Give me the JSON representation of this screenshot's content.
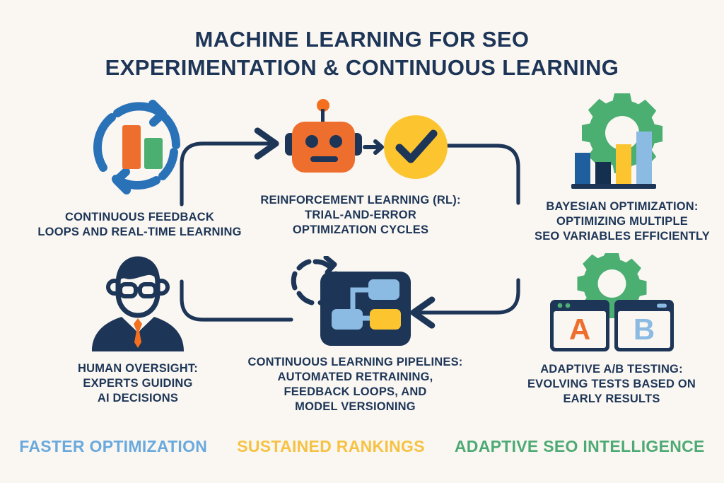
{
  "header": {
    "title_line1": "MACHINE LEARNING FOR SEO",
    "title_line2": "EXPERIMENTATION & CONTINUOUS LEARNING",
    "title_full": "MACHINE LEARNING FOR SEO\nEXPERIMENTATION & CONTINUOUS LEARNING"
  },
  "palette": {
    "background": "#faf7f2",
    "navy": "#1d3557",
    "navy_dark": "#15304f",
    "blue": "#2a72b8",
    "blue_light": "#8bbbe3",
    "blue_mid": "#1f5f9e",
    "orange": "#ee6f2d",
    "orange_bright": "#f4701f",
    "green": "#4caf72",
    "green_text": "#4eaa74",
    "yellow": "#fcc530",
    "yellow_text": "#f6c244",
    "tag_blue": "#6aa9dd"
  },
  "nodes": [
    {
      "id": "continuous-feedback",
      "icon": "circular-arrows-bar-chart-icon",
      "caption": "CONTINUOUS FEEDBACK\nLOOPS AND REAL-TIME LEARNING",
      "caption_lines": [
        "CONTINUOUS FEEDBACK",
        "LOOPS AND REAL-TIME LEARNING"
      ]
    },
    {
      "id": "reinforcement-learning",
      "icon": "robot-check-icon",
      "caption": "REINFORCEMENT LEARNING (RL):\nTRIAL-AND-ERROR\nOPTIMIZATION CYCLES",
      "caption_lines": [
        "REINFORCEMENT LEARNING (RL):",
        "TRIAL-AND-ERROR",
        "OPTIMIZATION CYCLES"
      ]
    },
    {
      "id": "bayesian-optimization",
      "icon": "gear-bar-chart-icon",
      "caption": "BAYESIAN OPTIMIZATION:\nOPTIMIZING MULTIPLE\nSEO VARIABLES EFFICIENTLY",
      "caption_lines": [
        "BAYESIAN OPTIMIZATION:",
        "OPTIMIZING MULTIPLE",
        "SEO VARIABLES EFFICIENTLY"
      ]
    },
    {
      "id": "human-oversight",
      "icon": "person-glasses-tie-icon",
      "caption": "HUMAN OVERSIGHT:\nEXPERTS GUIDING\nAI DECISIONS",
      "caption_lines": [
        "HUMAN OVERSIGHT:",
        "EXPERTS GUIDING",
        "AI DECISIONS"
      ]
    },
    {
      "id": "learning-pipelines",
      "icon": "pipeline-nodes-refresh-icon",
      "caption": "CONTINUOUS LEARNING PIPELINES:\nAUTOMATED RETRAINING,\nFEEDBACK LOOPS, AND\nMODEL VERSIONING",
      "caption_lines": [
        "CONTINUOUS LEARNING PIPELINES:",
        "AUTOMATED RETRAINING,",
        "FEEDBACK LOOPS, AND",
        "MODEL VERSIONING"
      ]
    },
    {
      "id": "ab-testing",
      "icon": "ab-browser-windows-gear-icon",
      "caption": "ADAPTIVE A/B TESTING:\nEVOLVING TESTS BASED ON\nEARLY RESULTS",
      "caption_lines": [
        "ADAPTIVE A/B TESTING:",
        "EVOLVING TESTS BASED ON",
        "EARLY RESULTS"
      ],
      "window_a_label": "A",
      "window_b_label": "B"
    }
  ],
  "footer": {
    "taglines": [
      {
        "text": "FASTER OPTIMIZATION",
        "color": "#6aa9dd"
      },
      {
        "text": "SUSTAINED RANKINGS",
        "color": "#f6c244"
      },
      {
        "text": "ADAPTIVE SEO INTELLIGENCE",
        "color": "#4eaa74"
      }
    ]
  }
}
